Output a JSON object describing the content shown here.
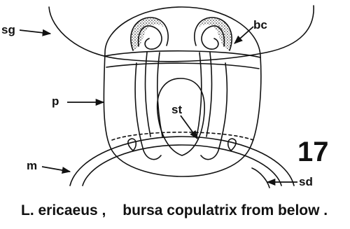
{
  "figure": {
    "labels": {
      "sg": "sg",
      "bc": "bc",
      "p": "p",
      "st": "st",
      "m": "m",
      "sd": "sd"
    },
    "figure_number": "17",
    "caption": {
      "species": "L. ericaeus ,",
      "description": "bursa copulatrix from below ."
    },
    "colors": {
      "ink": "#111111",
      "paper": "#ffffff"
    }
  }
}
